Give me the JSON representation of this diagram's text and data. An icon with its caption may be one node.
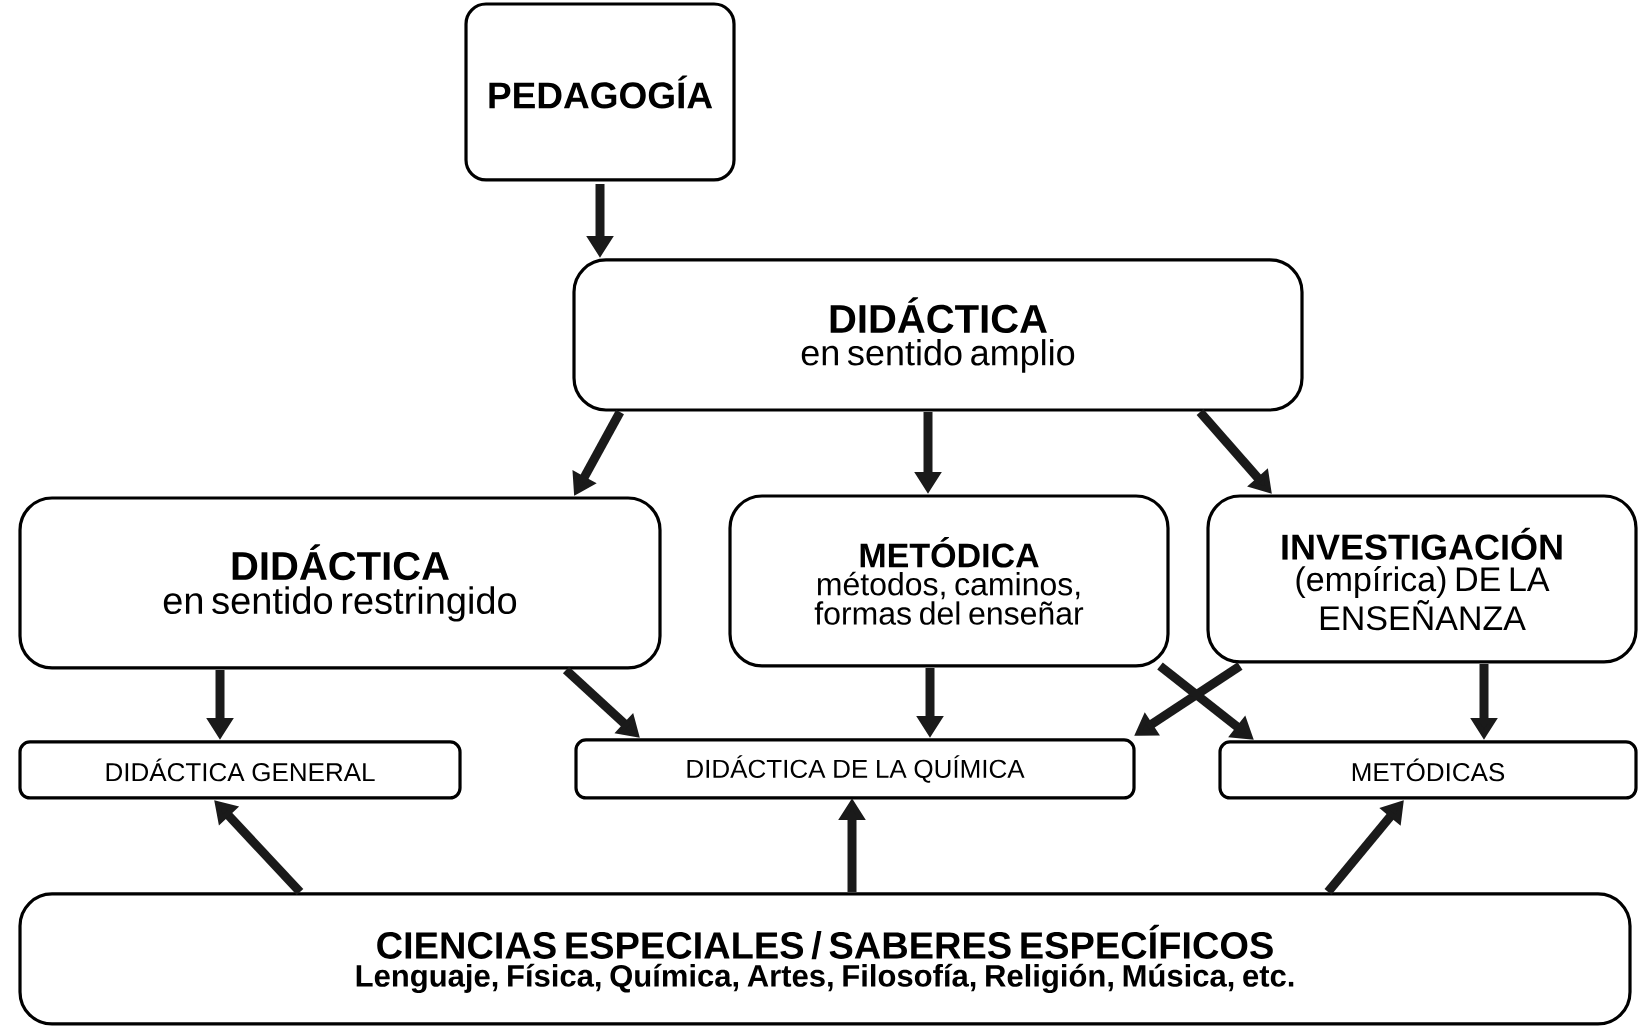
{
  "diagram": {
    "nodes": [
      {
        "text": [
          "PEDAGOGÍA"
        ]
      },
      {
        "text": [
          "DIDÁCTICA",
          "en sentido amplio"
        ]
      },
      {
        "text": [
          "DIDÁCTICA",
          "en sentido restringido"
        ]
      },
      {
        "text": [
          "METÓDICA",
          "métodos, caminos, formas del enseñar"
        ]
      },
      {
        "text": [
          "INVESTIGACIÓN",
          "(empírica) DE LA ENSEÑANZA"
        ]
      },
      {
        "text": [
          "DIDÁCTICA GENERAL"
        ]
      },
      {
        "text": [
          "DIDÁCTICA DE LA QUÍMICA"
        ]
      },
      {
        "text": [
          "METÓDICAS"
        ]
      },
      {
        "text": [
          "CIENCIAS ESPECIALES / SABERES ESPECÍFICOS",
          "Lenguaje, Física, Química, Artes, Filosofía, Religión, Música, etc."
        ]
      }
    ],
    "edges": [
      {
        "from": 0,
        "to": 1,
        "arrow": "to"
      },
      {
        "from": 1,
        "to": 2,
        "arrow": "to"
      },
      {
        "from": 1,
        "to": 3,
        "arrow": "to"
      },
      {
        "from": 1,
        "to": 4,
        "arrow": "to"
      },
      {
        "from": 2,
        "to": 5,
        "arrow": "to"
      },
      {
        "from": 2,
        "to": 6,
        "arrow": "to"
      },
      {
        "from": 3,
        "to": 6,
        "arrow": "to"
      },
      {
        "from": 4,
        "to": 6,
        "arrow": "to"
      },
      {
        "from": 3,
        "to": 7,
        "arrow": "to"
      },
      {
        "from": 4,
        "to": 7,
        "arrow": "to"
      },
      {
        "from": 8,
        "to": 5,
        "arrow": "to"
      },
      {
        "from": 8,
        "to": 6,
        "arrow": "to"
      },
      {
        "from": 8,
        "to": 7,
        "arrow": "to"
      }
    ]
  }
}
